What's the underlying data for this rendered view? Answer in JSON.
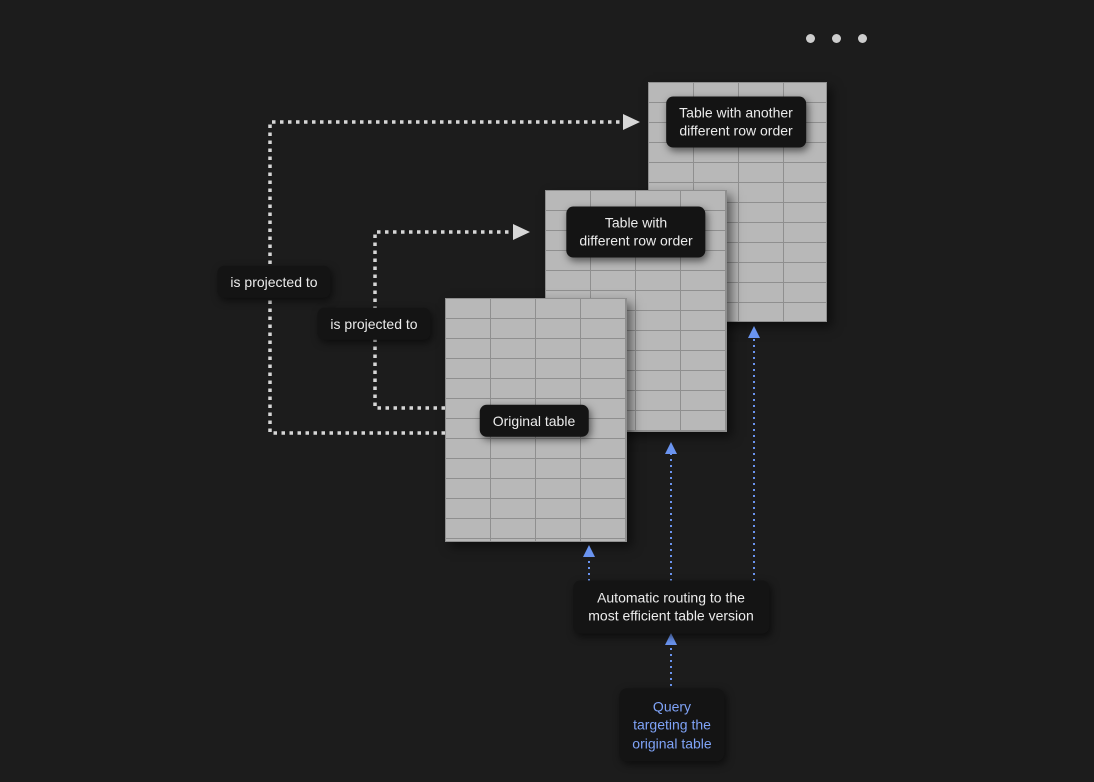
{
  "colors": {
    "background": "#1c1c1c",
    "table_fill": "#b8b8b8",
    "table_line": "#8f8f8f",
    "arrow_gray": "#d6d6d6",
    "arrow_blue": "#6a94f0",
    "label_bg": "#141414",
    "label_text": "#ececec",
    "query_text": "#7fa3f7"
  },
  "icons": {
    "window_dots": "ellipsis-icon"
  },
  "diagram": {
    "tables": {
      "original": {
        "label": "Original table"
      },
      "row_order": {
        "label": "Table with\ndifferent row order"
      },
      "another_row_order": {
        "label": "Table with another\ndifferent row order"
      }
    },
    "edges": {
      "project_top": {
        "label": "is projected to"
      },
      "project_mid": {
        "label": "is projected to"
      }
    },
    "routing": {
      "label": "Automatic routing to the\nmost efficient table version"
    },
    "query": {
      "label": "Query\ntargeting the\noriginal table"
    }
  }
}
